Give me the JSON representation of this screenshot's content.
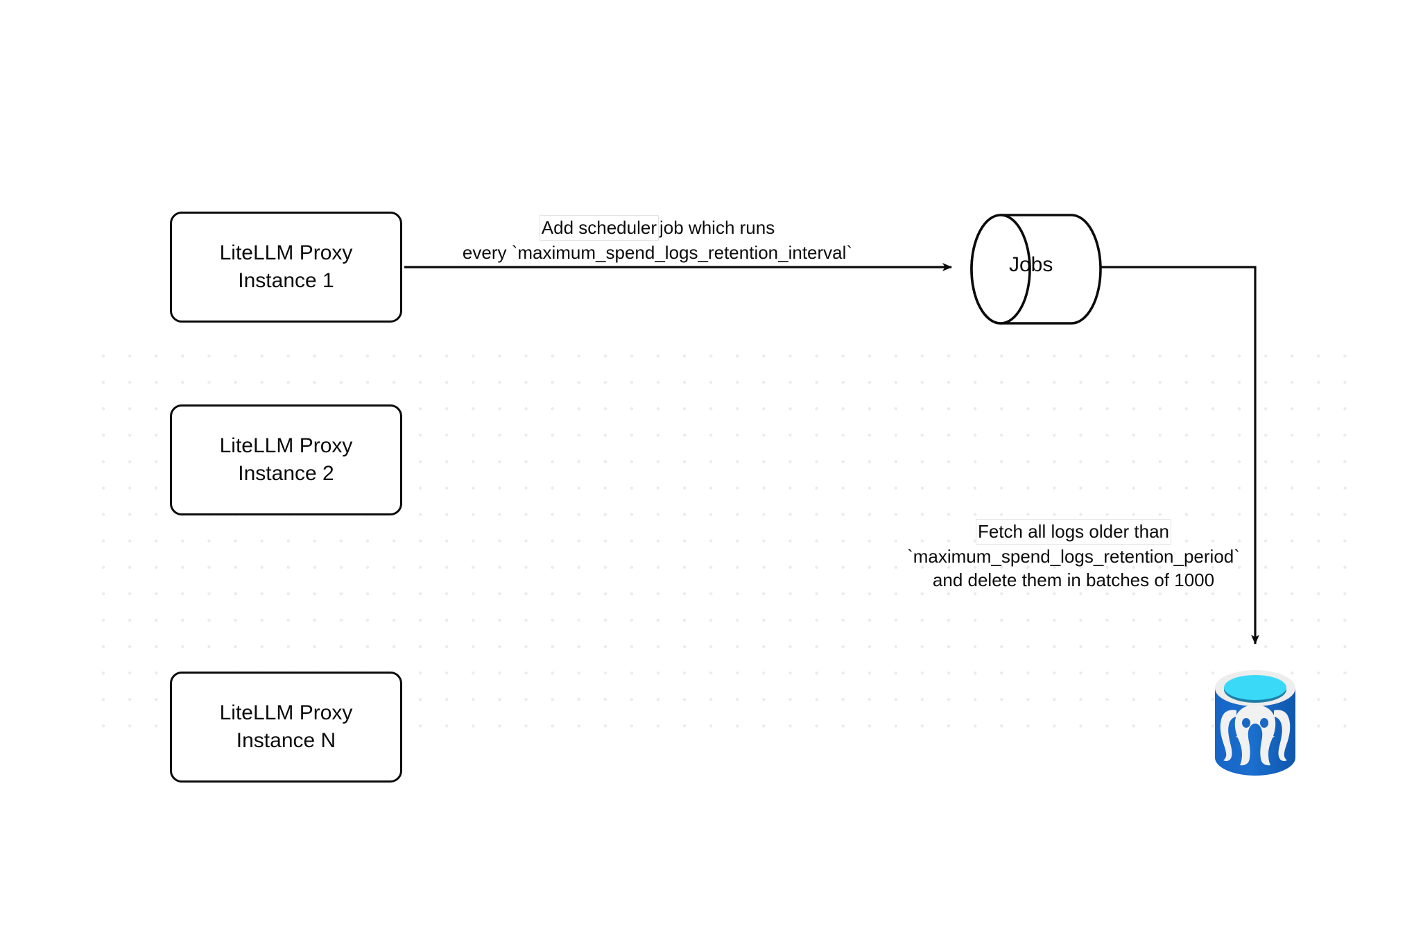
{
  "diagram": {
    "title": "LiteLLM spend logs retention scheduler flow",
    "background": {
      "canvas_color": "#ffffff",
      "dot_color": "#ebebeb"
    },
    "nodes": {
      "proxy_instances": [
        {
          "line1": "LiteLLM Proxy",
          "line2": "Instance 1"
        },
        {
          "line1": "LiteLLM Proxy",
          "line2": "Instance 2"
        },
        {
          "line1": "LiteLLM Proxy",
          "line2": "Instance N"
        }
      ],
      "jobs": {
        "label": "Jobs",
        "shape": "cylinder",
        "stroke": "#0b0b0b"
      },
      "database": {
        "name": "postgresql-database",
        "body_color": "#1b68c4",
        "body_color_dark": "#0f5bb5",
        "rim_color": "#ededed",
        "top_color": "#3ad9f7",
        "inner_color": "#1e7fa8",
        "elephant_color": "#f1f1f1"
      }
    },
    "edges": [
      {
        "name": "scheduler-edge",
        "from": "LiteLLM Proxy Instance 1",
        "to": "Jobs",
        "label_lines": [
          "Add scheduler job which runs",
          "every `maximum_spend_logs_retention_interval`"
        ],
        "highlight_segment": "Add scheduler",
        "rest_segment": " job which runs"
      },
      {
        "name": "retention-edge",
        "from": "Jobs",
        "to": "postgresql-database",
        "label_lines": [
          "Fetch all logs older than",
          "`maximum_spend_logs_retention_period`",
          "and delete them in batches of 1000"
        ],
        "highlight_segment": "Fetch all logs older than"
      }
    ]
  }
}
